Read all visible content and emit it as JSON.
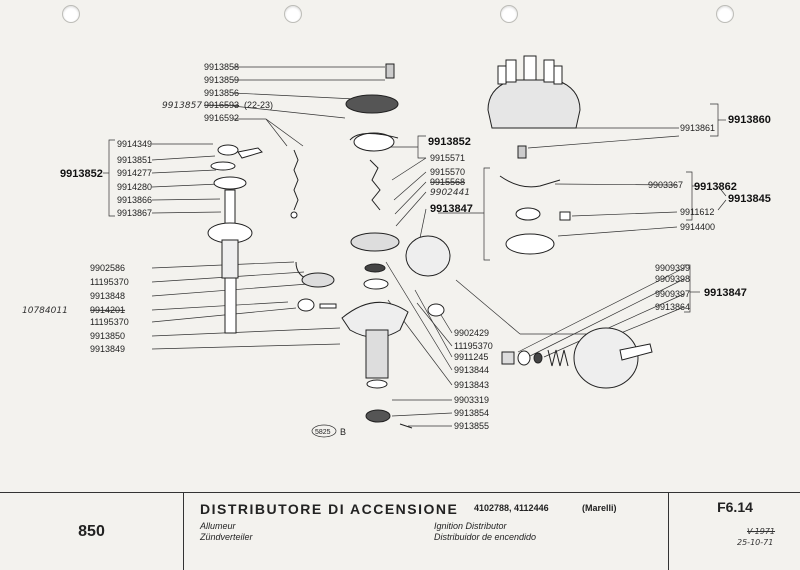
{
  "left_column_labels": [
    "9914349",
    "9913851",
    "9914277",
    "9914280",
    "9913866",
    "9913867"
  ],
  "left_group_label": "9913852",
  "top_left_labels": [
    "9913858",
    "9913859",
    "9913856"
  ],
  "handwritten_left_top": "9913857",
  "struck_label_top": "9916593",
  "range_note": "(22-23)",
  "label_9916592": "9916592",
  "lower_left_labels": [
    "9902586",
    "11195370",
    "9913848",
    "9914201",
    "11195370",
    "9913850",
    "9913849"
  ],
  "handwritten_left_bottom": "10784011",
  "center_labels": {
    "g9913852": "9913852",
    "l9915571": "9915571",
    "l9915570": "9915570",
    "l9915568": "9915568",
    "hw9902441": "9902441",
    "l9913847": "9913847"
  },
  "lower_center_labels": [
    "9902429",
    "11195370",
    "9911245",
    "9913844",
    "9913843",
    "9903319",
    "9913854",
    "9913855"
  ],
  "right_top_labels": {
    "l9913861": "9913861",
    "g9913860": "9913860",
    "l9903367": "9903367",
    "g9913862": "9913862",
    "g9913845": "9913845",
    "l9911612": "9911612",
    "l9914400": "9914400"
  },
  "right_lower_labels": [
    "9909399",
    "9909398",
    "9909397",
    "9913864"
  ],
  "right_lower_group": "9913847",
  "drawing_code": "5825",
  "drawing_suffix": "B",
  "footer": {
    "model": "850",
    "title": "DISTRIBUTORE DI ACCENSIONE",
    "part_codes": "4102788, 4112446",
    "maker": "(Marelli)",
    "fr": "Allumeur",
    "de": "Zündverteiler",
    "en": "Ignition Distributor",
    "es": "Distribuidor de encendido",
    "ref": "F6.14",
    "hw_struck": "V-1971",
    "hw_date": "25-10-71"
  }
}
